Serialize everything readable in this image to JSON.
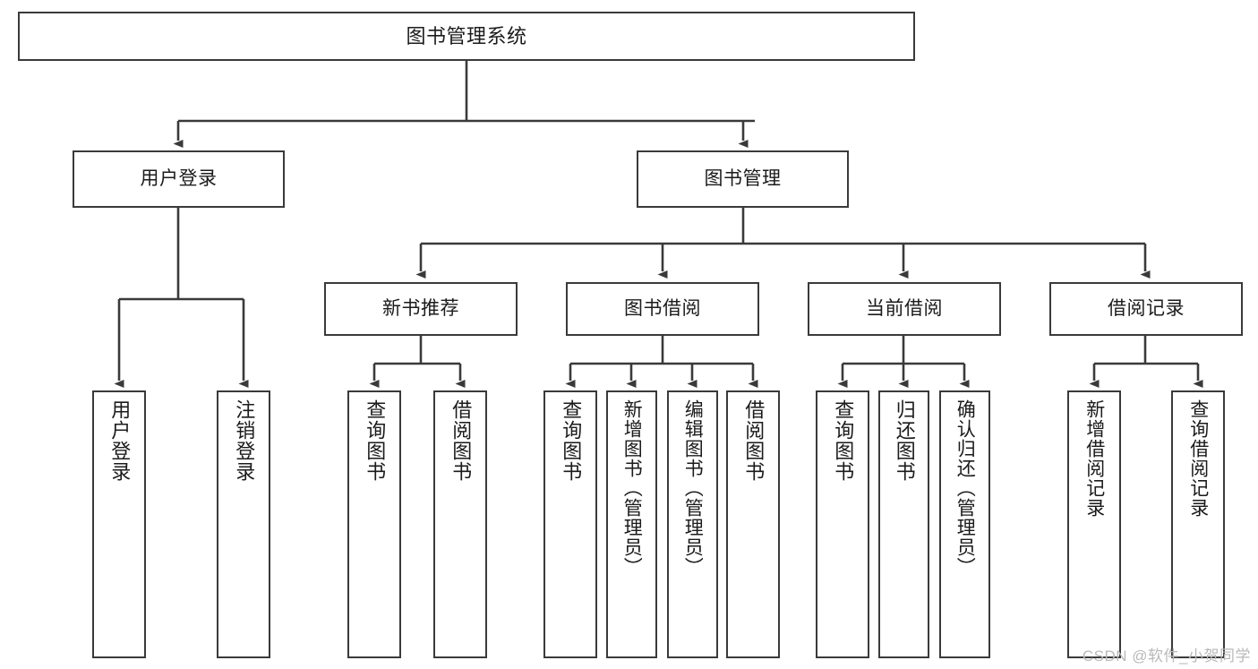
{
  "diagram": {
    "type": "tree",
    "title": "图书管理系统",
    "watermark": "CSDN @软件_小贺同学",
    "colors": {
      "box_border": "#3a3a3a",
      "box_fill": "#ffffff",
      "edge": "#3a3a3a",
      "text": "#1b1b1b",
      "watermark": "#b9b9b9",
      "background": "#ffffff"
    },
    "levels": [
      {
        "level": 1,
        "nodes": [
          {
            "id": "root",
            "label": "图书管理系统",
            "orientation": "horizontal"
          }
        ]
      },
      {
        "level": 2,
        "nodes": [
          {
            "id": "user-login",
            "label": "用户登录",
            "orientation": "horizontal",
            "parent": "root"
          },
          {
            "id": "book-manage",
            "label": "图书管理",
            "orientation": "horizontal",
            "parent": "root"
          }
        ]
      },
      {
        "level": 3,
        "nodes": [
          {
            "id": "new-book-rec",
            "label": "新书推荐",
            "orientation": "horizontal",
            "parent": "book-manage"
          },
          {
            "id": "book-borrow",
            "label": "图书借阅",
            "orientation": "horizontal",
            "parent": "book-manage"
          },
          {
            "id": "current-borrow",
            "label": "当前借阅",
            "orientation": "horizontal",
            "parent": "book-manage"
          },
          {
            "id": "borrow-record",
            "label": "借阅记录",
            "orientation": "horizontal",
            "parent": "book-manage"
          }
        ]
      },
      {
        "level": 4,
        "nodes": [
          {
            "id": "leaf-user-login",
            "label": "用户登录",
            "orientation": "vertical",
            "parent": "user-login"
          },
          {
            "id": "leaf-user-logout",
            "label": "注销登录",
            "orientation": "vertical",
            "parent": "user-login"
          },
          {
            "id": "leaf-rec-query",
            "label": "查询图书",
            "orientation": "vertical",
            "parent": "new-book-rec"
          },
          {
            "id": "leaf-rec-borrow",
            "label": "借阅图书",
            "orientation": "vertical",
            "parent": "new-book-rec"
          },
          {
            "id": "leaf-borrow-query",
            "label": "查询图书",
            "orientation": "vertical",
            "parent": "book-borrow"
          },
          {
            "id": "leaf-borrow-add",
            "label": "新增图书（管理员）",
            "orientation": "vertical",
            "parent": "book-borrow"
          },
          {
            "id": "leaf-borrow-edit",
            "label": "编辑图书（管理员）",
            "orientation": "vertical",
            "parent": "book-borrow"
          },
          {
            "id": "leaf-borrow-lend",
            "label": "借阅图书",
            "orientation": "vertical",
            "parent": "book-borrow"
          },
          {
            "id": "leaf-cur-query",
            "label": "查询图书",
            "orientation": "vertical",
            "parent": "current-borrow"
          },
          {
            "id": "leaf-cur-return",
            "label": "归还图书",
            "orientation": "vertical",
            "parent": "current-borrow"
          },
          {
            "id": "leaf-cur-confirm",
            "label": "确认归还（管理员）",
            "orientation": "vertical",
            "parent": "current-borrow"
          },
          {
            "id": "leaf-rec-add",
            "label": "新增借阅记录",
            "orientation": "vertical",
            "parent": "borrow-record"
          },
          {
            "id": "leaf-rec-search",
            "label": "查询借阅记录",
            "orientation": "vertical",
            "parent": "borrow-record"
          }
        ]
      }
    ]
  }
}
